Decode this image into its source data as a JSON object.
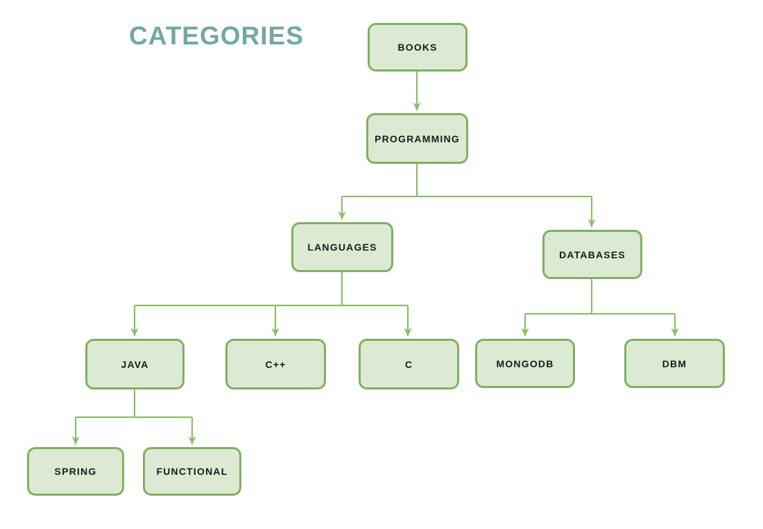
{
  "title": "CATEGORIES",
  "colors": {
    "canvas_bg": "#ffffff",
    "title": "#73a8a0",
    "node_fill": "#dcead3",
    "node_border": "#7fb05f",
    "node_text": "#1a1a1a",
    "connector": "#8abd6c"
  },
  "diagram": {
    "type": "tree",
    "nodes": [
      {
        "id": "books",
        "label": "BOOKS",
        "parent": null
      },
      {
        "id": "programming",
        "label": "PROGRAMMING",
        "parent": "books"
      },
      {
        "id": "languages",
        "label": "LANGUAGES",
        "parent": "programming"
      },
      {
        "id": "databases",
        "label": "DATABASES",
        "parent": "programming"
      },
      {
        "id": "java",
        "label": "JAVA",
        "parent": "languages"
      },
      {
        "id": "cpp",
        "label": "C++",
        "parent": "languages"
      },
      {
        "id": "c",
        "label": "C",
        "parent": "languages"
      },
      {
        "id": "mongodb",
        "label": "MONGODB",
        "parent": "databases"
      },
      {
        "id": "dbm",
        "label": "DBM",
        "parent": "databases"
      },
      {
        "id": "spring",
        "label": "SPRING",
        "parent": "java"
      },
      {
        "id": "functional",
        "label": "FUNCTIONAL",
        "parent": "java"
      }
    ]
  }
}
